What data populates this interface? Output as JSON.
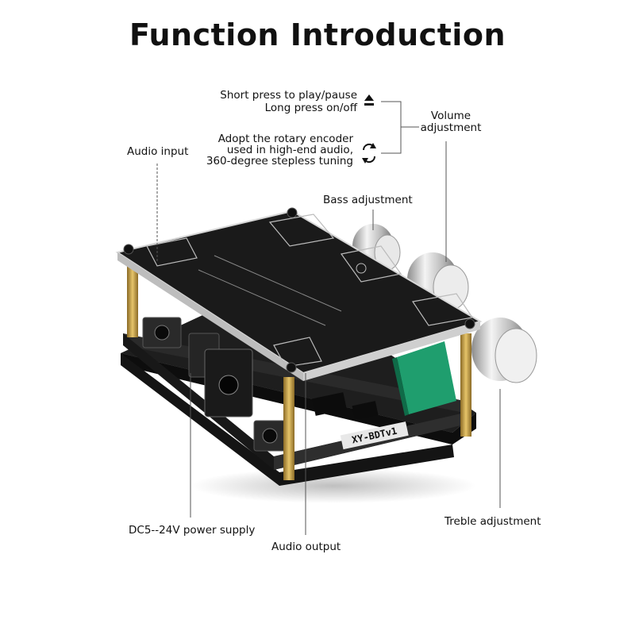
{
  "title": "Function Introduction",
  "labels": {
    "short_press": "Short press to play/pause",
    "long_press": "Long press on/off",
    "rotary_1": "Adopt the rotary encoder",
    "rotary_2": "used in high-end audio,",
    "rotary_3": "360-degree stepless tuning",
    "volume_1": "Volume",
    "volume_2": "adjustment",
    "audio_input": "Audio input",
    "bass": "Bass adjustment",
    "power": "DC5--24V power supply",
    "audio_output": "Audio output",
    "treble": "Treble adjustment"
  },
  "board": {
    "model": "XY-BDTv1"
  },
  "colors": {
    "pcb": "#1b1b1b",
    "standoff": "#c9a24a",
    "capacitor": "#1f9e6e",
    "knob": "#d9d9d9"
  },
  "icons": [
    "play-pause-icon",
    "rotate-icon"
  ]
}
